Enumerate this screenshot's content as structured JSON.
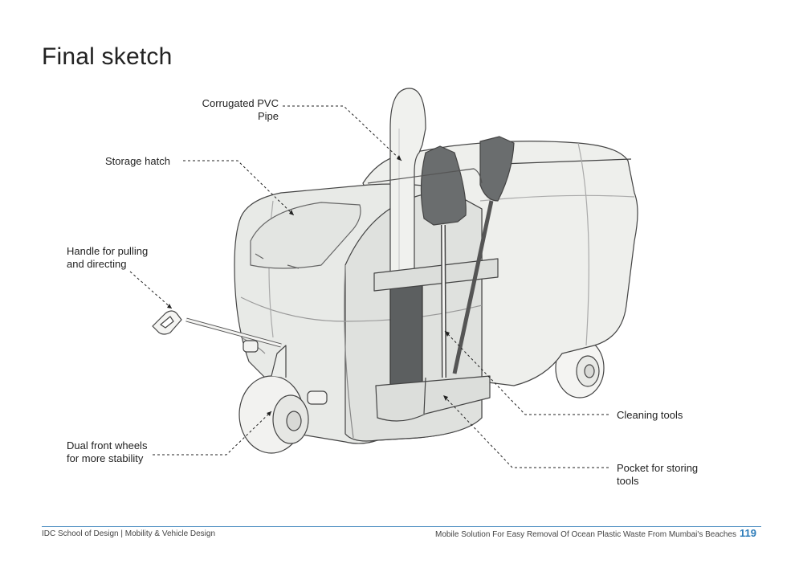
{
  "title": "Final sketch",
  "labels": {
    "pipe": "Corrugated PVC\nPipe",
    "hatch": "Storage hatch",
    "handle": "Handle for pulling\nand directing",
    "wheels": "Dual front wheels\nfor more stability",
    "tools": "Cleaning tools",
    "pocket": "Pocket for storing\ntools"
  },
  "footer": {
    "left": "IDC School of Design | Mobility & Vehicle Design",
    "right": "Mobile Solution For Easy Removal Of Ocean Plastic Waste From Mumbai's Beaches",
    "page": "119"
  },
  "colors": {
    "accent": "#2a7ab8",
    "body_fill": "#e8eae7",
    "dark_fill": "#5f6263"
  }
}
